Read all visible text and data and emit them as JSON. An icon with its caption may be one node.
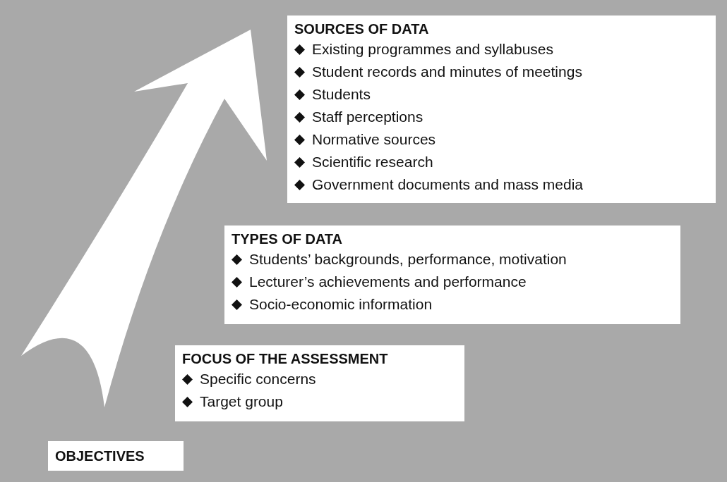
{
  "diagram": {
    "nodes": [
      {
        "text": [
          "SOURCES OF DATA",
          "Existing programmes and syllabuses",
          "Student records and minutes of meetings",
          "Students",
          "Staff perceptions",
          "Normative sources",
          "Scientific research",
          "Government documents and mass media"
        ]
      },
      {
        "text": [
          "TYPES OF DATA",
          "Students’ backgrounds, performance, motivation",
          "Lecturer’s achievements and performance",
          "Socio-economic information"
        ]
      },
      {
        "text": [
          "FOCUS OF THE ASSESSMENT",
          "Specific concerns",
          "Target group"
        ]
      },
      {
        "text": [
          "OBJECTIVES"
        ]
      }
    ]
  }
}
